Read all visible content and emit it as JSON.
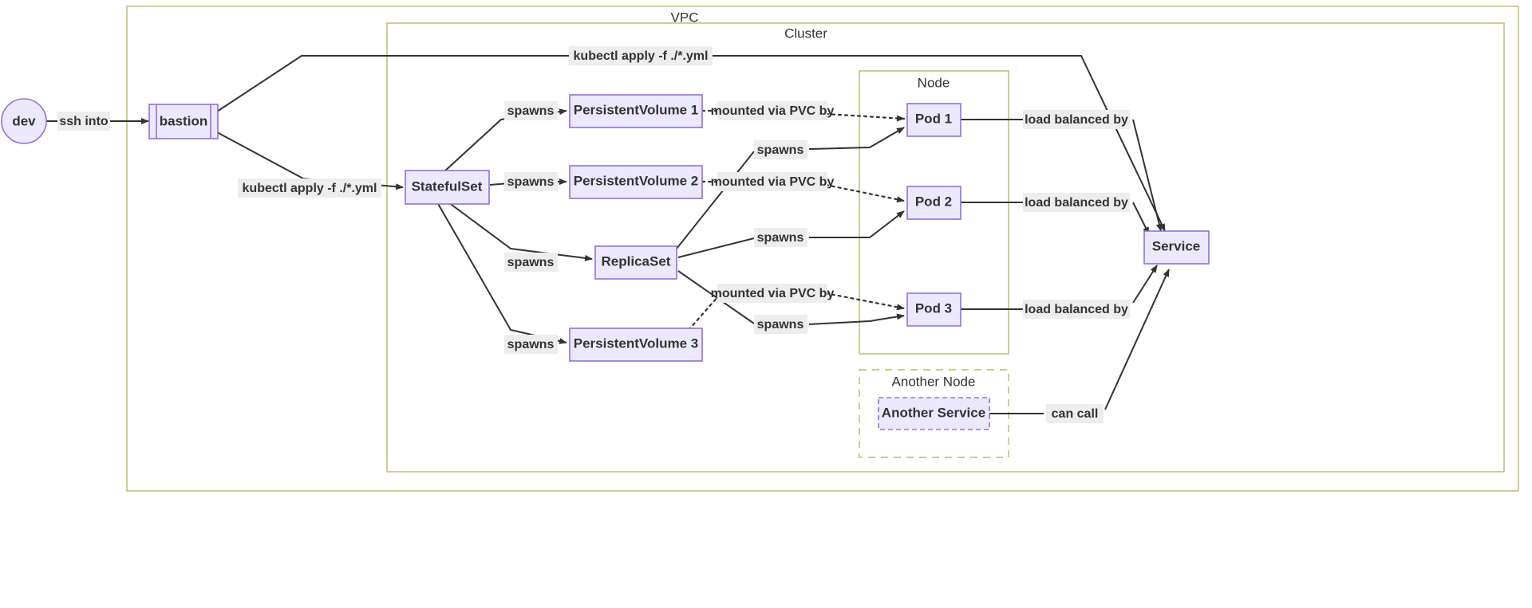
{
  "diagram": {
    "type": "flowchart",
    "title_visible": false,
    "colors": {
      "node_fill": "#ECE8FD",
      "node_stroke": "#9370DB",
      "cluster_stroke": "#BDB76B",
      "edge_stroke": "#333333",
      "edge_label_bg": "#EDEDED",
      "text": "#333333",
      "background": "#FFFFFF"
    },
    "clusters": [
      {
        "id": "vpc",
        "label": "VPC",
        "style": "solid"
      },
      {
        "id": "cluster",
        "label": "Cluster",
        "style": "solid"
      },
      {
        "id": "node",
        "label": "Node",
        "style": "solid"
      },
      {
        "id": "another_node",
        "label": "Another Node",
        "style": "dashed"
      }
    ],
    "nodes": [
      {
        "id": "dev",
        "label": "dev",
        "shape": "circle"
      },
      {
        "id": "bastion",
        "label": "bastion",
        "shape": "subroutine"
      },
      {
        "id": "statefulset",
        "label": "StatefulSet",
        "shape": "rect"
      },
      {
        "id": "pv1",
        "label": "PersistentVolume 1",
        "shape": "rect"
      },
      {
        "id": "pv2",
        "label": "PersistentVolume 2",
        "shape": "rect"
      },
      {
        "id": "pv3",
        "label": "PersistentVolume 3",
        "shape": "rect"
      },
      {
        "id": "replicaset",
        "label": "ReplicaSet",
        "shape": "rect"
      },
      {
        "id": "pod1",
        "label": "Pod 1",
        "shape": "rect"
      },
      {
        "id": "pod2",
        "label": "Pod 2",
        "shape": "rect"
      },
      {
        "id": "pod3",
        "label": "Pod 3",
        "shape": "rect"
      },
      {
        "id": "service",
        "label": "Service",
        "shape": "rect"
      },
      {
        "id": "another_service",
        "label": "Another Service",
        "shape": "rect-dashed"
      }
    ],
    "edges": [
      {
        "from": "dev",
        "to": "bastion",
        "label": "ssh into",
        "style": "solid",
        "arrow": true
      },
      {
        "from": "bastion",
        "to": "cluster",
        "label": "kubectl apply -f ./*.yml",
        "style": "solid",
        "arrow": false
      },
      {
        "from": "bastion",
        "to": "statefulset",
        "label": "kubectl apply -f ./*.yml",
        "style": "solid",
        "arrow": true
      },
      {
        "from": "statefulset",
        "to": "pv1",
        "label": "spawns",
        "style": "solid",
        "arrow": true
      },
      {
        "from": "statefulset",
        "to": "pv2",
        "label": "spawns",
        "style": "solid",
        "arrow": true
      },
      {
        "from": "statefulset",
        "to": "replicaset",
        "label": "spawns",
        "style": "solid",
        "arrow": true
      },
      {
        "from": "statefulset",
        "to": "pv3",
        "label": "spawns",
        "style": "solid",
        "arrow": true
      },
      {
        "from": "pv1",
        "to": "pod1",
        "label": "mounted via PVC by",
        "style": "dotted",
        "arrow": true
      },
      {
        "from": "pv2",
        "to": "pod2",
        "label": "mounted via PVC by",
        "style": "dotted",
        "arrow": true
      },
      {
        "from": "pv3",
        "to": "pod3",
        "label": "mounted via PVC by",
        "style": "dotted",
        "arrow": true
      },
      {
        "from": "replicaset",
        "to": "pod1",
        "label": "spawns",
        "style": "solid",
        "arrow": true
      },
      {
        "from": "replicaset",
        "to": "pod2",
        "label": "spawns",
        "style": "solid",
        "arrow": true
      },
      {
        "from": "replicaset",
        "to": "pod3",
        "label": "spawns",
        "style": "solid",
        "arrow": true
      },
      {
        "from": "pod1",
        "to": "service",
        "label": "load balanced by",
        "style": "solid",
        "arrow": true
      },
      {
        "from": "pod2",
        "to": "service",
        "label": "load balanced by",
        "style": "solid",
        "arrow": true
      },
      {
        "from": "pod3",
        "to": "service",
        "label": "load balanced by",
        "style": "solid",
        "arrow": true
      },
      {
        "from": "another_service",
        "to": "service",
        "label": "can call",
        "style": "solid",
        "arrow": true
      }
    ],
    "labels": {
      "vpc": "VPC",
      "cluster": "Cluster",
      "node": "Node",
      "another_node": "Another Node",
      "dev": "dev",
      "bastion": "bastion",
      "statefulset": "StatefulSet",
      "pv1": "PersistentVolume 1",
      "pv2": "PersistentVolume 2",
      "pv3": "PersistentVolume 3",
      "replicaset": "ReplicaSet",
      "pod1": "Pod 1",
      "pod2": "Pod 2",
      "pod3": "Pod 3",
      "service": "Service",
      "another_service": "Another Service",
      "ssh_into": "ssh into",
      "kubectl_top": "kubectl apply -f ./*.yml",
      "kubectl_mid": "kubectl apply -f ./*.yml",
      "spawns": "spawns",
      "mounted_via_pvc_by": "mounted via PVC by",
      "load_balanced_by": "load balanced by",
      "can_call": "can call"
    }
  }
}
